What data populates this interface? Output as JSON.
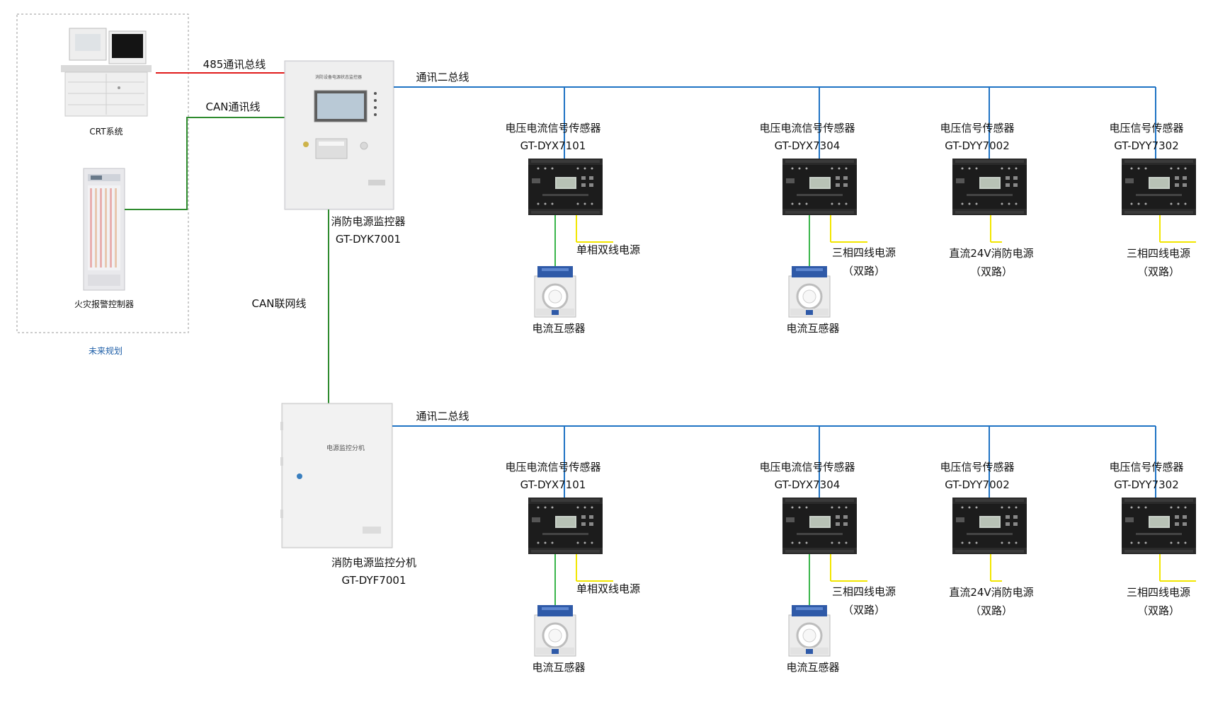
{
  "colors": {
    "bus_blue": "#1f73c4",
    "rs485_red": "#e11b1b",
    "can_green": "#2e8b2e",
    "sensor_green": "#39b54a",
    "power_yellow": "#f2e600",
    "dash_border": "#9a9a9a"
  },
  "future": {
    "crt_label": "CRT系统",
    "fire_label": "火灾报警控制器",
    "region_label": "未来规划"
  },
  "links": {
    "rs485": "485通讯总线",
    "can_line": "CAN通讯线",
    "can_net": "CAN联网线"
  },
  "main_controller": {
    "name": "消防电源监控器",
    "model": "GT-DYK7001",
    "panel_title": "消防设备电源状态监控器"
  },
  "sub_controller": {
    "name": "消防电源监控分机",
    "model": "GT-DYF7001",
    "panel_title": "电源监控分机"
  },
  "rows": [
    {
      "bus_label": "通讯二总线",
      "sensors": [
        {
          "title": "电压电流信号传感器",
          "model": "GT-DYX7101",
          "power_1": "单相双线电源",
          "power_2": "",
          "ct_label": "电流互感器"
        },
        {
          "title": "电压电流信号传感器",
          "model": "GT-DYX7304",
          "power_1": "三相四线电源",
          "power_2": "（双路）",
          "ct_label": "电流互感器"
        },
        {
          "title": "电压信号传感器",
          "model": "GT-DYY7002",
          "power_1": "直流24V消防电源",
          "power_2": "（双路）",
          "ct_label": ""
        },
        {
          "title": "电压信号传感器",
          "model": "GT-DYY7302",
          "power_1": "三相四线电源",
          "power_2": "（双路）",
          "ct_label": ""
        }
      ]
    },
    {
      "bus_label": "通讯二总线",
      "sensors": [
        {
          "title": "电压电流信号传感器",
          "model": "GT-DYX7101",
          "power_1": "单相双线电源",
          "power_2": "",
          "ct_label": "电流互感器"
        },
        {
          "title": "电压电流信号传感器",
          "model": "GT-DYX7304",
          "power_1": "三相四线电源",
          "power_2": "（双路）",
          "ct_label": "电流互感器"
        },
        {
          "title": "电压信号传感器",
          "model": "GT-DYY7002",
          "power_1": "直流24V消防电源",
          "power_2": "（双路）",
          "ct_label": ""
        },
        {
          "title": "电压信号传感器",
          "model": "GT-DYY7302",
          "power_1": "三相四线电源",
          "power_2": "（双路）",
          "ct_label": ""
        }
      ]
    }
  ]
}
